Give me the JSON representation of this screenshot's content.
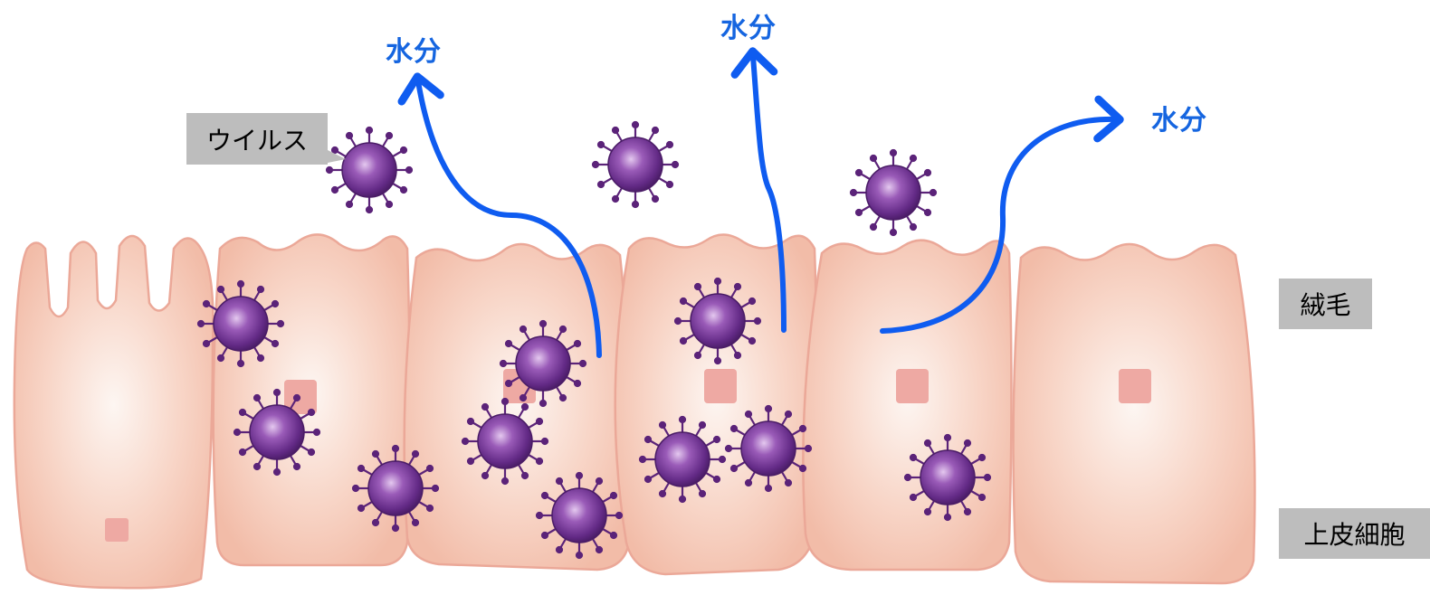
{
  "labels": {
    "virus": "ウイルス",
    "villi": "絨毛",
    "epithelial_cells": "上皮細胞",
    "water_1": "水分",
    "water_2": "水分",
    "water_3": "水分"
  },
  "colors": {
    "cell_fill": "#f4c3b0",
    "cell_center": "#fdf3ee",
    "cell_border": "#eba898",
    "nucleus": "#eea9a3",
    "virus_body": "#6b2c8c",
    "virus_highlight": "#d6b3e6",
    "arrow": "#0f5cf0",
    "label_box": "#bdbdbd"
  },
  "icons": {
    "virus": "virus-icon",
    "arrow": "arrow-icon"
  }
}
